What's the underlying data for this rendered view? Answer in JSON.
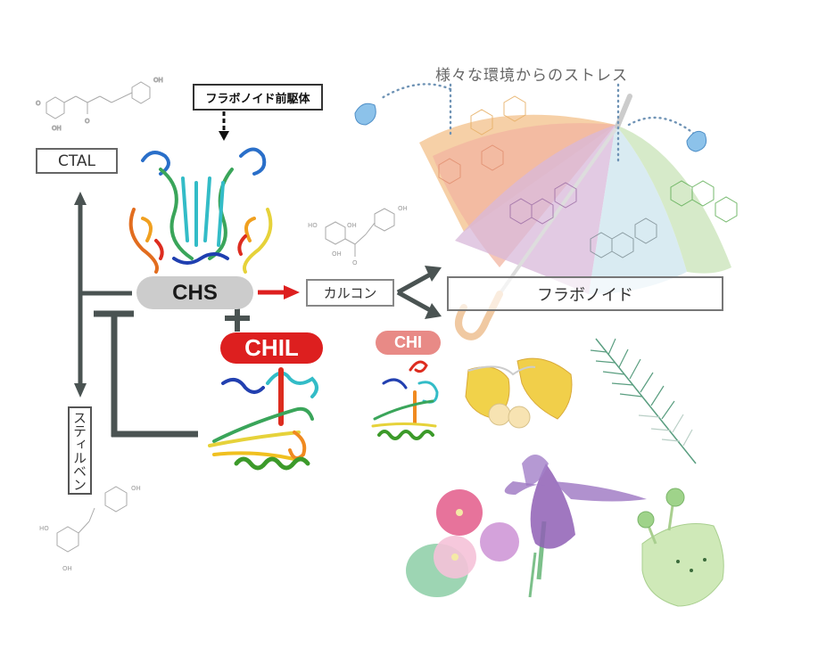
{
  "header": {
    "stress_label": "様々な環境からのストレス"
  },
  "nodes": {
    "ctal": {
      "label": "CTAL"
    },
    "precursor": {
      "label": "フラボノイド前駆体"
    },
    "chs": {
      "label": "CHS",
      "color": "#cccccc",
      "text_color": "#1a1a1a"
    },
    "chil": {
      "label": "CHIL",
      "color": "#dd1f1f",
      "text_color": "#ffffff"
    },
    "chi": {
      "label": "CHI",
      "color": "#e88a86",
      "text_color": "#ffffff"
    },
    "chalcone": {
      "label": "カルコン"
    },
    "flavonoid": {
      "label": "フラボノイド"
    },
    "stilbene": {
      "label": "スティルベン"
    }
  },
  "molecule_labels": {
    "oh": "OH",
    "ho": "HO",
    "o": "O"
  },
  "colors": {
    "arrow_dark": "#4a5352",
    "arrow_red": "#dd1f1f",
    "umbrella_orange": "#f3c08a",
    "umbrella_salmon": "#f2b4a0",
    "umbrella_purple": "#d8b8da",
    "umbrella_blue": "#cfe6ef",
    "umbrella_green": "#cfe6c0",
    "droplet": "#6aa6d6"
  },
  "illustrations": [
    "chs-protein-structure",
    "chil-protein-structure",
    "chi-protein-structure",
    "umbrella-of-flavonoids",
    "ginkgo",
    "fern",
    "petunia",
    "iris",
    "liverwort"
  ]
}
